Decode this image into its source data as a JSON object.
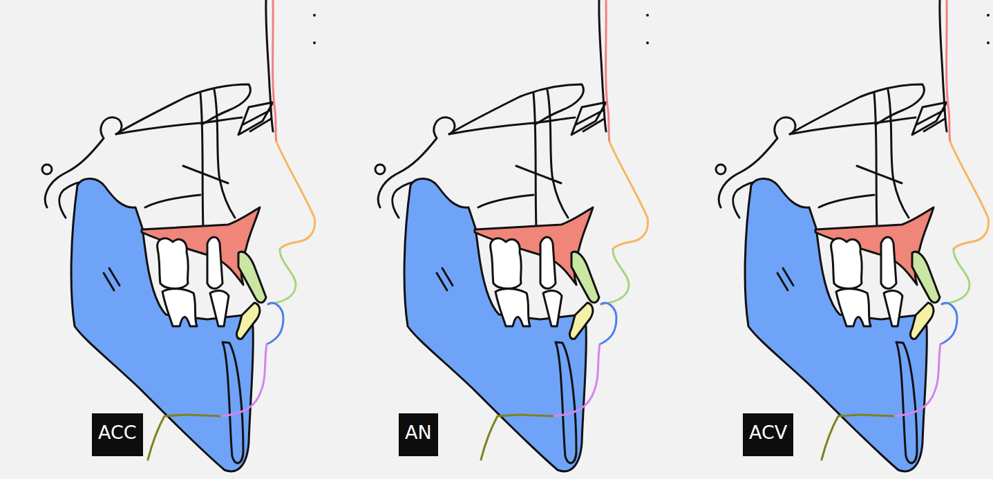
{
  "diagram": {
    "nodes": [
      {
        "text": [
          "ACC"
        ]
      },
      {
        "text": [
          "AN"
        ]
      },
      {
        "text": [
          "ACV"
        ]
      }
    ]
  }
}
